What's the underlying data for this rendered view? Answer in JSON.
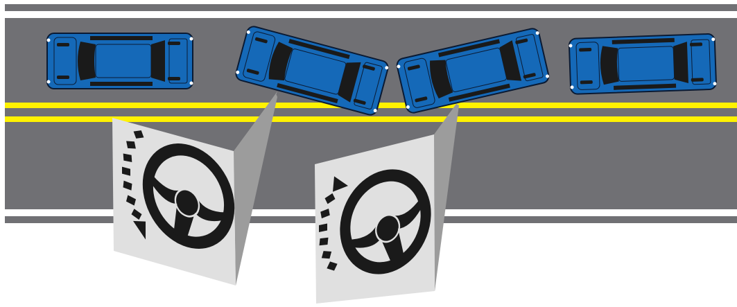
{
  "colors": {
    "background": "#ffffff",
    "road": "#707074",
    "lane_edge_stripe": "#707074",
    "center_line": "#fff200",
    "car_body": "#1569b8",
    "car_dark": "#0d4a87",
    "car_glass": "#1a1a1a",
    "car_outline": "#0a1a33",
    "panel_face": "#e0e0e0",
    "panel_side": "#9c9c9c",
    "wheel": "#1a1a1a",
    "beam": "#b4b4b8"
  },
  "diagram": {
    "cars": [
      {
        "name": "car-1",
        "heading": "straight"
      },
      {
        "name": "car-2",
        "heading": "turning-right"
      },
      {
        "name": "car-3",
        "heading": "turning-left"
      },
      {
        "name": "car-4",
        "heading": "straight"
      }
    ],
    "panels": [
      {
        "name": "steering-panel-1",
        "wheel_rotation": "clockwise",
        "arrow_direction": "down"
      },
      {
        "name": "steering-panel-2",
        "wheel_rotation": "counter-clockwise",
        "arrow_direction": "up"
      }
    ]
  }
}
